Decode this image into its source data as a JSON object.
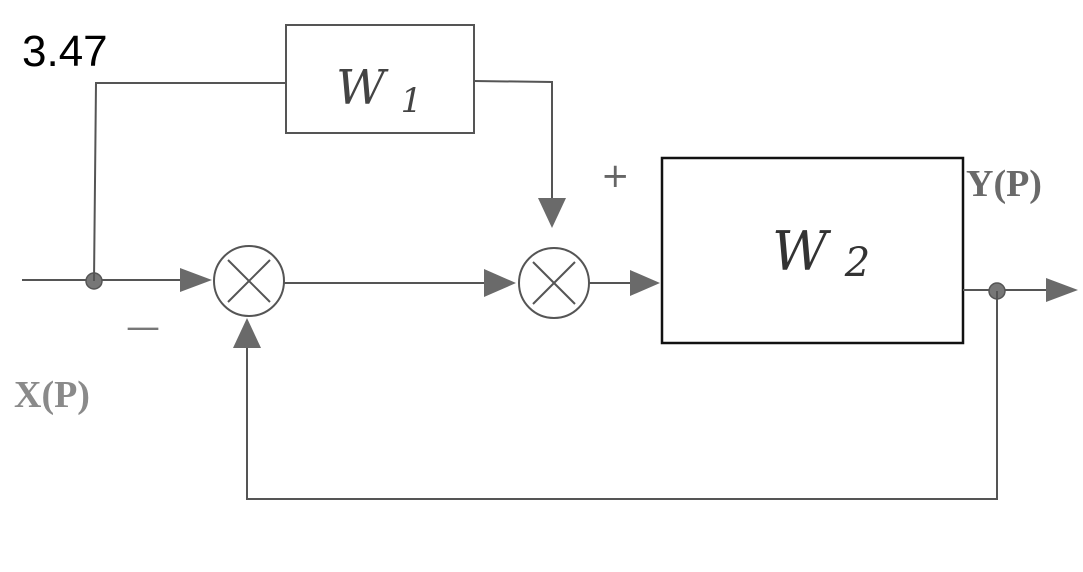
{
  "problem_number": "3.47",
  "blocks": {
    "w1": {
      "letter": "W",
      "subscript": "1"
    },
    "w2": {
      "letter": "W",
      "subscript": "2"
    }
  },
  "signals": {
    "input": "X(P)",
    "output": "Y(P)"
  },
  "signs": {
    "plus": "+",
    "minus": "—"
  },
  "colors": {
    "line": "#555555",
    "box": "#555555",
    "w2_box": "#111111",
    "input_label": "#8a8a8a",
    "output_label": "#6a6a6a"
  }
}
